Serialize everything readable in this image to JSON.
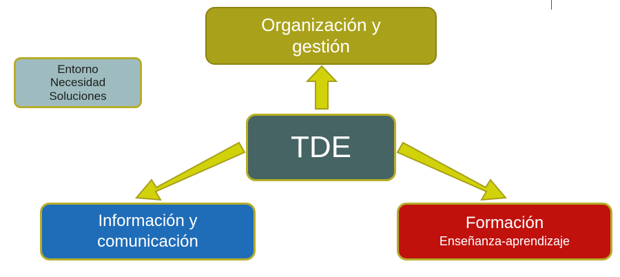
{
  "nodes": {
    "org": {
      "line1": "Organización y",
      "line2": "gestión"
    },
    "side": {
      "line1": "Entorno",
      "line2": "Necesidad",
      "line3": "Soluciones"
    },
    "center": {
      "label": "TDE"
    },
    "info": {
      "line1": "Información y",
      "line2": "comunicación"
    },
    "form": {
      "line1": "Formación",
      "line2": "Enseñanza-aprendizaje"
    }
  },
  "colors": {
    "arrow_fill": "#d2d20a",
    "arrow_stroke": "#a79f1a",
    "org": "#a9a11a",
    "center": "#456463",
    "info": "#1f6db8",
    "form": "#c0110d",
    "side": "#9ebcbf"
  }
}
